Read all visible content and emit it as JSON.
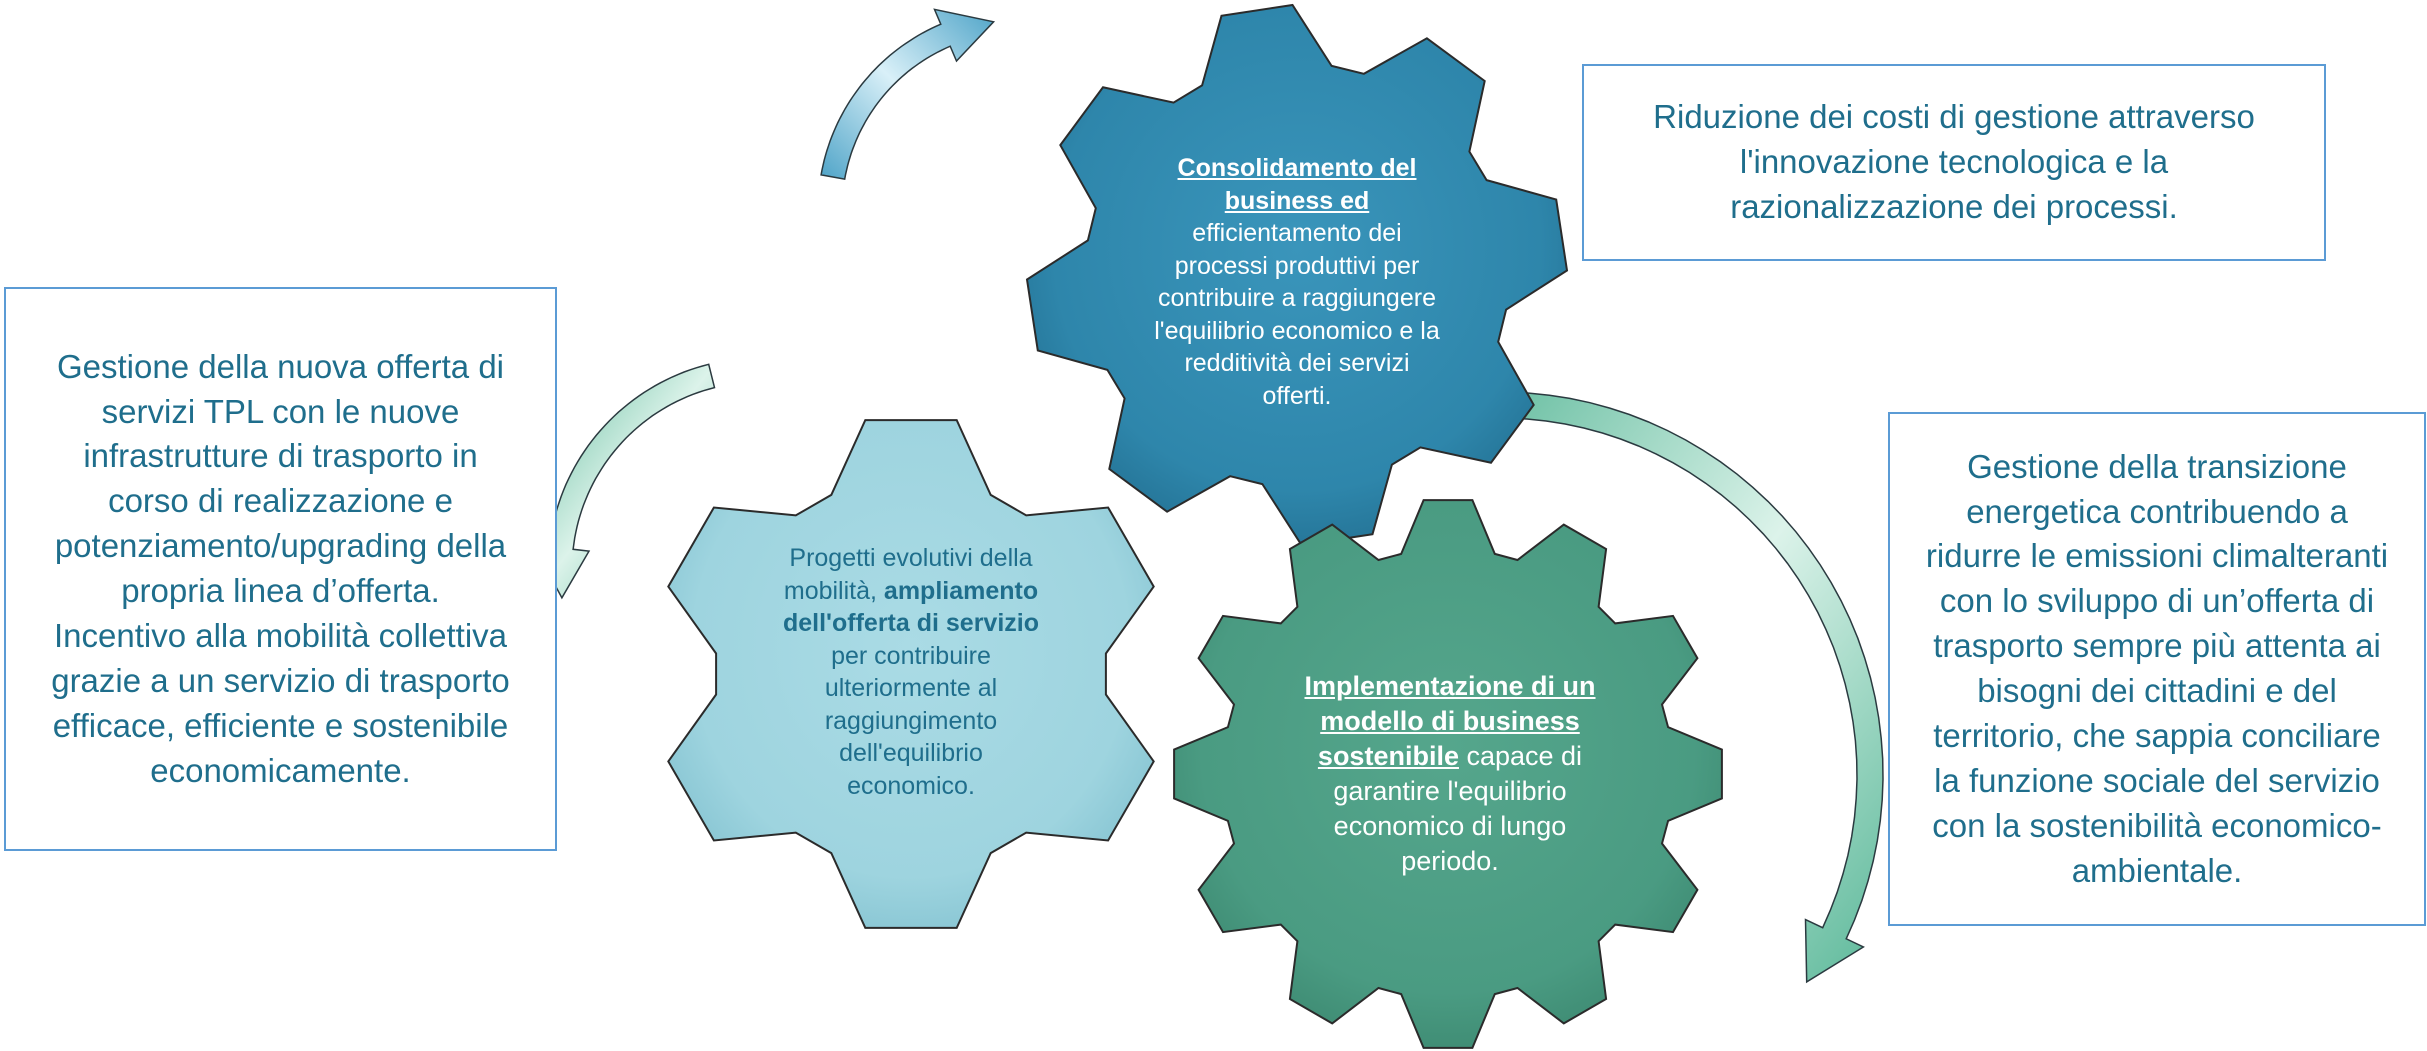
{
  "boxes": {
    "left": {
      "lines": [
        "Gestione della nuova offerta di",
        "servizi TPL con le nuove",
        "infrastrutture di trasporto in",
        "corso di realizzazione e",
        "potenziamento/upgrading della",
        "propria linea d’offerta.",
        "Incentivo alla mobilità collettiva",
        "grazie a un servizio di trasporto",
        "efficace,  efficiente e sostenibile",
        "economicamente."
      ]
    },
    "top_right": {
      "lines": [
        "Riduzione dei costi di gestione attraverso",
        "l'innovazione tecnologica e la",
        "razionalizzazione dei processi."
      ]
    },
    "right": {
      "lines": [
        "Gestione della transizione",
        "energetica contribuendo a",
        "ridurre le emissioni climalteranti",
        "con lo sviluppo di un’offerta di",
        "trasporto sempre più attenta ai",
        "bisogni dei cittadini e del",
        "territorio, che sappia conciliare",
        "la funzione sociale del servizio",
        "con la sostenibilità economico-",
        "ambientale."
      ]
    }
  },
  "gears": {
    "top": {
      "title_lines": [
        "Consolidamento del",
        "business ed"
      ],
      "body_lines": [
        "efficientamento dei",
        "processi produttivi per",
        "contribuire a raggiungere",
        "l'equilibrio economico e la",
        "redditività dei servizi",
        "offerti."
      ]
    },
    "left": {
      "line1": "Progetti evolutivi della",
      "line2_plain": "mobilità, ",
      "line2_bold": "ampliamento",
      "line3_bold": "dell'offerta di servizio",
      "rest_lines": [
        "per contribuire",
        "ulteriormente al",
        "raggiungimento",
        "dell'equilibrio",
        "economico."
      ]
    },
    "bottom": {
      "title_line1": "Implementazione di un",
      "title_line2": "modello di business",
      "title_line3": "sostenibile",
      "line3_rest": " capace di",
      "rest_lines": [
        "garantire l'equilibrio",
        "economico di lungo",
        "periodo."
      ]
    }
  },
  "colors": {
    "gear_top": "#2e86ab",
    "gear_left": "#9ed4df",
    "gear_bottom": "#4a9b82",
    "arrow_blue": "#5fb0d0",
    "arrow_green": "#6cc3a8",
    "box_border": "#5b9bd5",
    "text_teal": "#1f6e8c"
  }
}
